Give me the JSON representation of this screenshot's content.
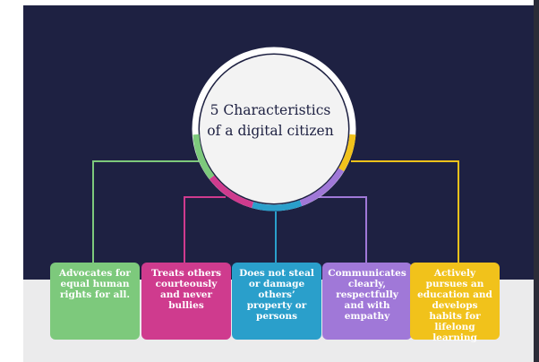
{
  "title": {
    "line1": "5 Characteristics",
    "line2": "of a digital citizen"
  },
  "colors": {
    "background": "#1e2142",
    "green": "#7dc97c",
    "magenta": "#cf3b8e",
    "blue": "#2a9fcb",
    "purple": "#a078d8",
    "yellow": "#f1c21b"
  },
  "characteristics": [
    {
      "text": "Advocates for equal human rights for all.",
      "color": "#7dc97c"
    },
    {
      "text": "Treats others courteously and never bullies",
      "color": "#cf3b8e"
    },
    {
      "text": "Does not steal or damage others’ property or persons",
      "color": "#2a9fcb"
    },
    {
      "text": "Communicates clearly, respectfully and with empathy",
      "color": "#a078d8"
    },
    {
      "text": "Actively pursues an education and develops habits for lifelong learning",
      "color": "#f1c21b"
    }
  ]
}
